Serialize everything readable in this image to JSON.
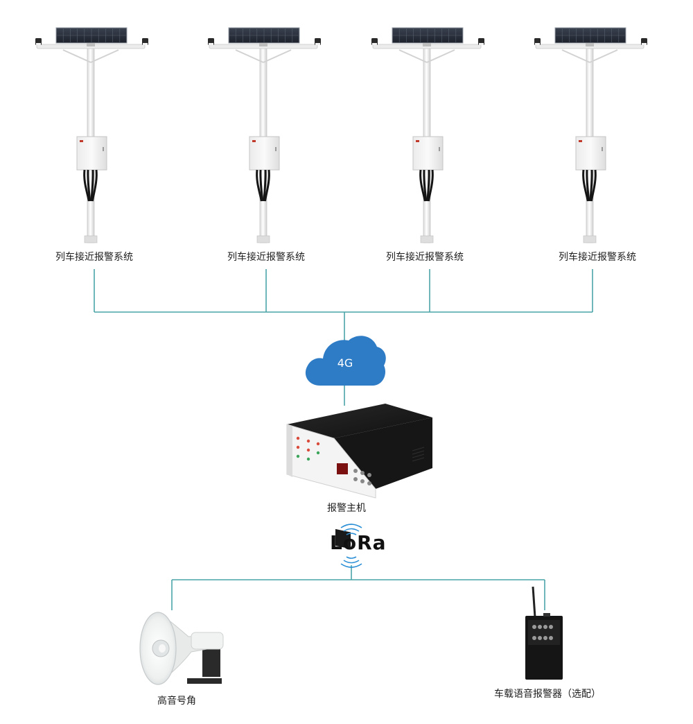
{
  "poles": [
    {
      "label": "列车接近报警系统"
    },
    {
      "label": "列车接近报警系统"
    },
    {
      "label": "列车接近报警系统"
    },
    {
      "label": "列车接近报警系统"
    }
  ],
  "network": {
    "cloud_label": "4G",
    "radio_label": "LoRa"
  },
  "host": {
    "label": "报警主机"
  },
  "devices": {
    "horn_label": "高音号角",
    "vehicle_alarm_label": "车载语音报警器（选配）"
  },
  "colors": {
    "connector": "#4aa3a8",
    "cloud": "#2f7cc6",
    "wave": "#2b8fd6",
    "device_dark": "#1b1b1b"
  },
  "icons": [
    "solar-panel-icon",
    "camera-icon",
    "control-box-icon",
    "cloud-icon",
    "alarm-host-icon",
    "radio-wave-icon",
    "horn-speaker-icon",
    "vehicle-alarm-icon"
  ]
}
